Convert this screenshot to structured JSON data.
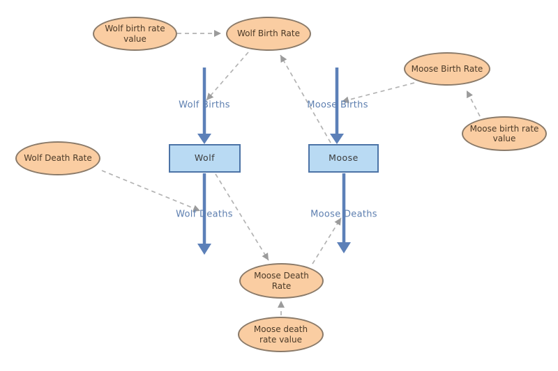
{
  "diagram_type": "stock-flow-diagram",
  "colors": {
    "ellipse_fill": "#FACDA2",
    "ellipse_border": "#8A7A69",
    "ellipse_text": "#4B3A28",
    "stock_fill": "#B9DAF3",
    "stock_border": "#4C73A6",
    "stock_text": "#3B3B3B",
    "flow_color": "#5C80B8",
    "flow_label": "#5C7EAF",
    "connector_color": "#B3B3B3",
    "connector_head": "#9B9B9B",
    "canvas_bg": "#FFFFFF"
  },
  "stocks": [
    {
      "id": "wolf",
      "label": "Wolf"
    },
    {
      "id": "moose",
      "label": "Moose"
    }
  ],
  "flows": [
    {
      "id": "wolf-births",
      "label": "Wolf Births",
      "into": "wolf"
    },
    {
      "id": "moose-births",
      "label": "Moose Births",
      "into": "moose"
    },
    {
      "id": "wolf-deaths",
      "label": "Wolf Deaths",
      "out_of": "wolf"
    },
    {
      "id": "moose-deaths",
      "label": "Moose Deaths",
      "out_of": "moose"
    }
  ],
  "variables": [
    {
      "id": "wolf-birth-rate-value",
      "label": "Wolf birth rate value"
    },
    {
      "id": "wolf-birth-rate",
      "label": "Wolf Birth Rate"
    },
    {
      "id": "moose-birth-rate",
      "label": "Moose Birth Rate"
    },
    {
      "id": "moose-birth-rate-value",
      "label": "Moose birth rate value"
    },
    {
      "id": "wolf-death-rate",
      "label": "Wolf Death Rate"
    },
    {
      "id": "moose-death-rate",
      "label": "Moose Death Rate"
    },
    {
      "id": "moose-death-rate-value",
      "label": "Moose death rate value"
    }
  ],
  "connections": [
    {
      "from": "wolf-birth-rate-value",
      "to": "wolf-birth-rate"
    },
    {
      "from": "wolf-birth-rate",
      "to": "wolf-births"
    },
    {
      "from": "moose",
      "to": "wolf-birth-rate"
    },
    {
      "from": "moose-birth-rate",
      "to": "moose-births"
    },
    {
      "from": "moose-birth-rate-value",
      "to": "moose-birth-rate"
    },
    {
      "from": "wolf-death-rate",
      "to": "wolf-deaths"
    },
    {
      "from": "wolf",
      "to": "moose-death-rate"
    },
    {
      "from": "moose-death-rate",
      "to": "moose-deaths"
    },
    {
      "from": "moose-death-rate-value",
      "to": "moose-death-rate"
    }
  ]
}
